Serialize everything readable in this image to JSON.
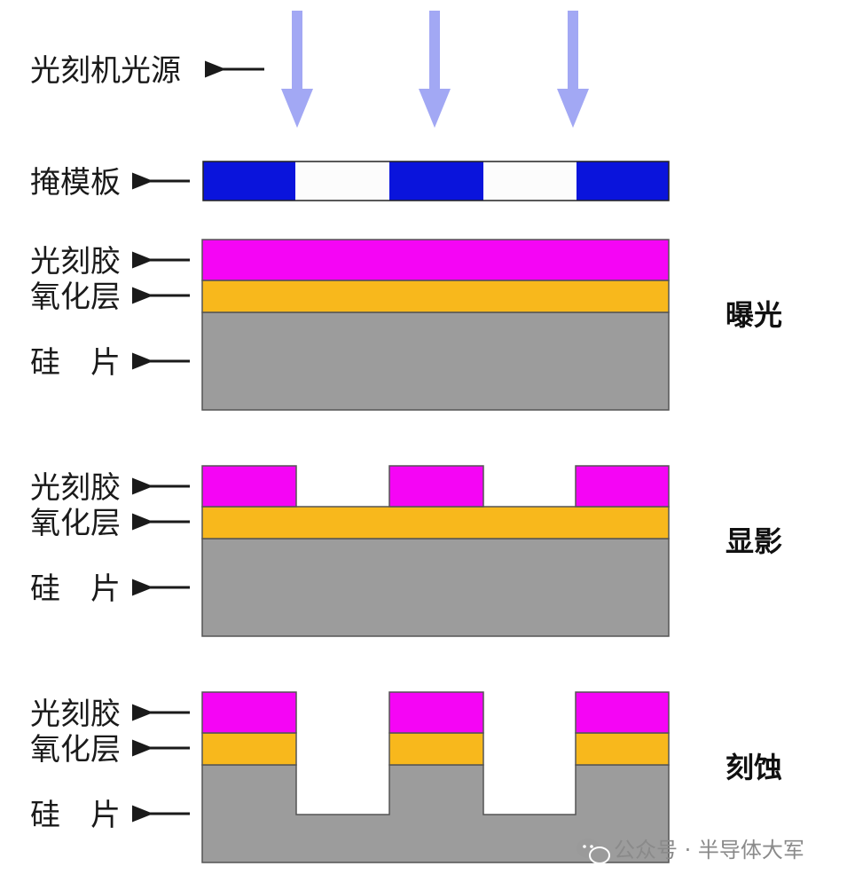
{
  "colors": {
    "mask_opaque": "#0a14dc",
    "mask_clear": "#fcfcfc",
    "photoresist": "#f505f5",
    "oxide": "#f8b81c",
    "silicon": "#9c9c9c",
    "light_arrow": "#a2a8f4"
  },
  "labels": {
    "light_source": "光刻机光源",
    "mask": "掩模板",
    "photoresist": "光刻胶",
    "oxide": "氧化层",
    "silicon": "硅　片"
  },
  "stages": {
    "exposure": "曝光",
    "development": "显影",
    "etching": "刻蚀"
  },
  "watermark": {
    "icon": "wechat-icon",
    "text": "公众号 · 半导体大军"
  }
}
